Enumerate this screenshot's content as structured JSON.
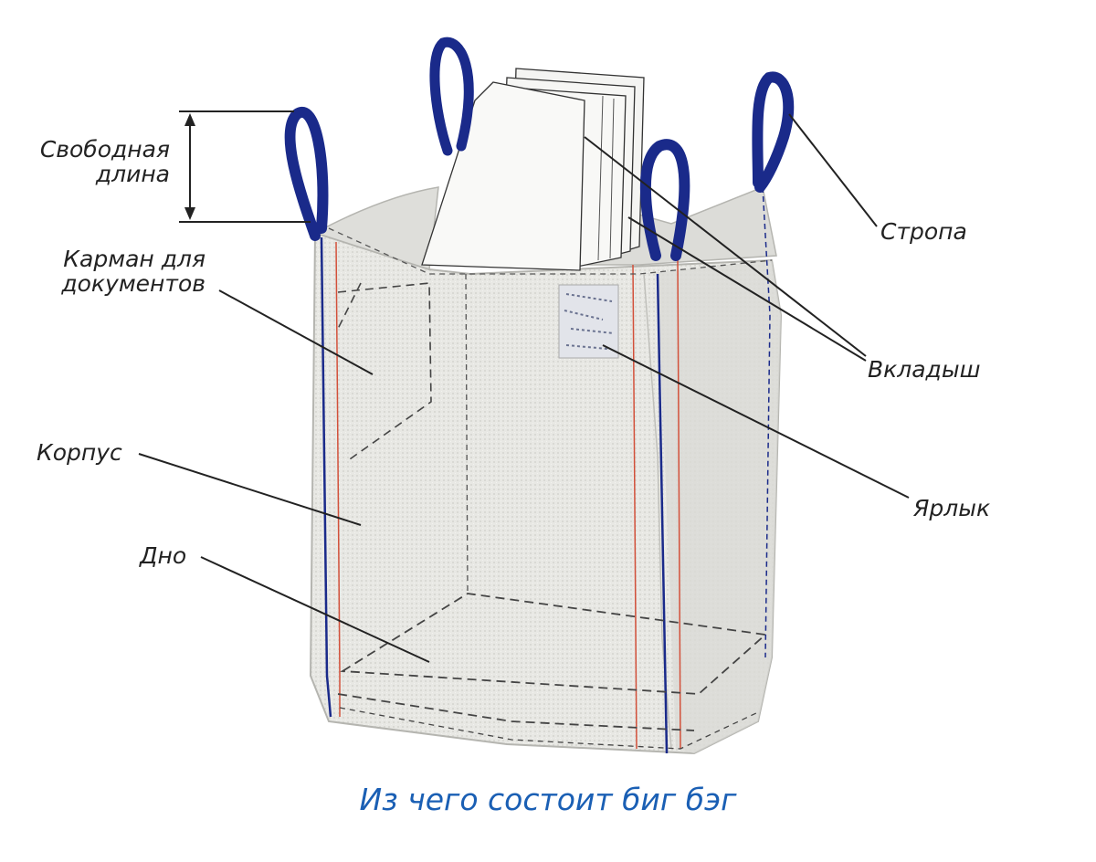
{
  "labels": {
    "free_length_line1": "Свободная",
    "free_length_line2": "длина",
    "pocket_line1": "Карман для",
    "pocket_line2": "документов",
    "body": "Корпус",
    "bottom": "Дно",
    "strap": "Стропа",
    "liner": "Вкладыш",
    "tag": "Ярлык"
  },
  "caption": "Из чего состоит биг бэг",
  "colors": {
    "strap": "#1a2a8a",
    "fabric": "#e6e6e2",
    "seam_red": "#d2503a",
    "caption": "#1a5fb4",
    "label": "#222222"
  }
}
